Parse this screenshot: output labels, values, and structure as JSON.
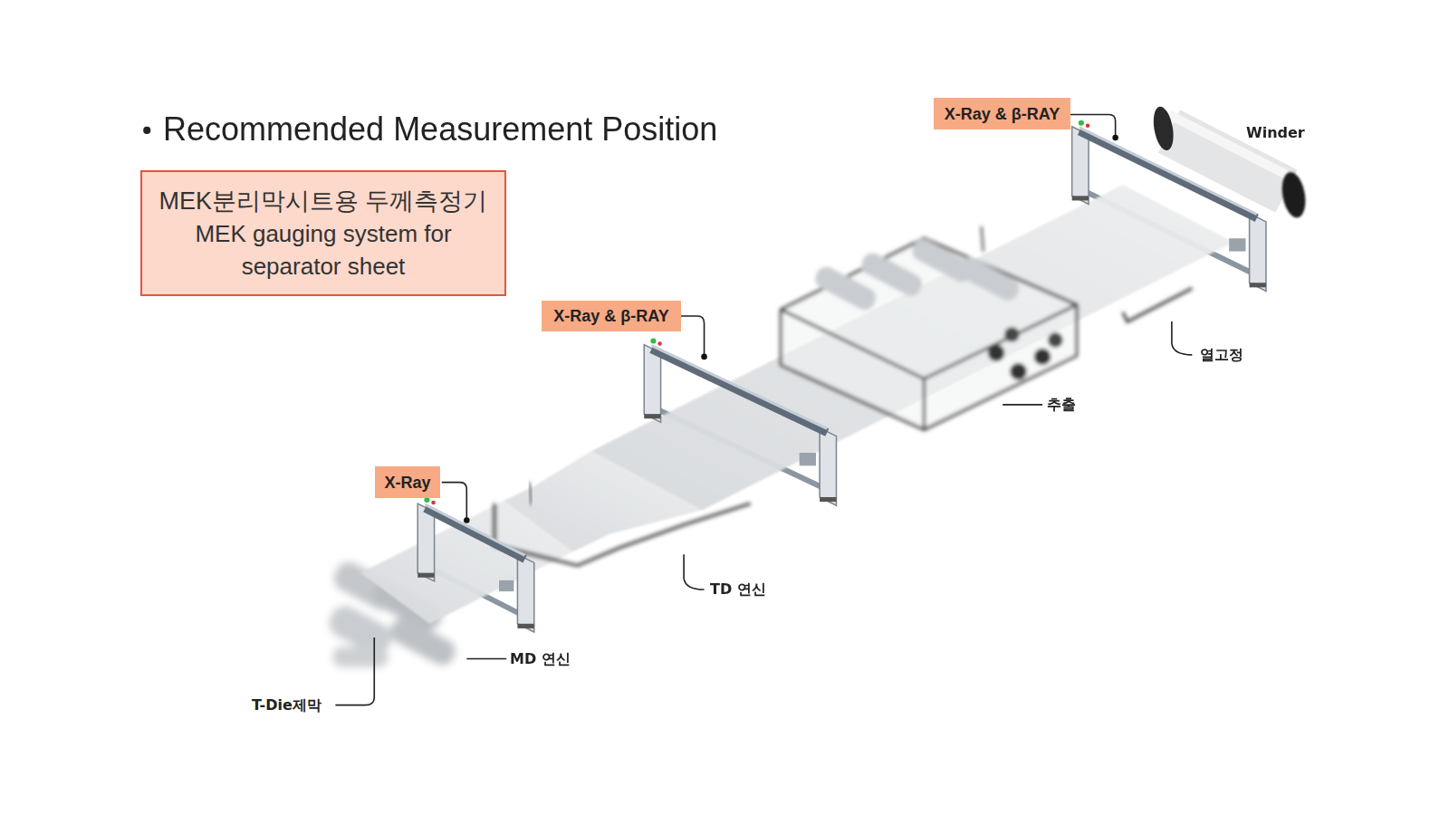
{
  "diagram": {
    "title": "Recommended Measurement Position",
    "nodes": [
      {
        "text": [
          "X-Ray & β-RAY"
        ]
      },
      {
        "text": [
          "MEK분리막시트용 두께측정기",
          "MEK gauging system for separator sheet"
        ]
      },
      {
        "text": [
          "X-Ray & β-RAY"
        ]
      },
      {
        "text": [
          "X-Ray"
        ]
      }
    ],
    "labels": [
      "Winder",
      "열고정",
      "추출",
      "TD 연신",
      "MD 연신",
      "T-Die제막"
    ]
  }
}
